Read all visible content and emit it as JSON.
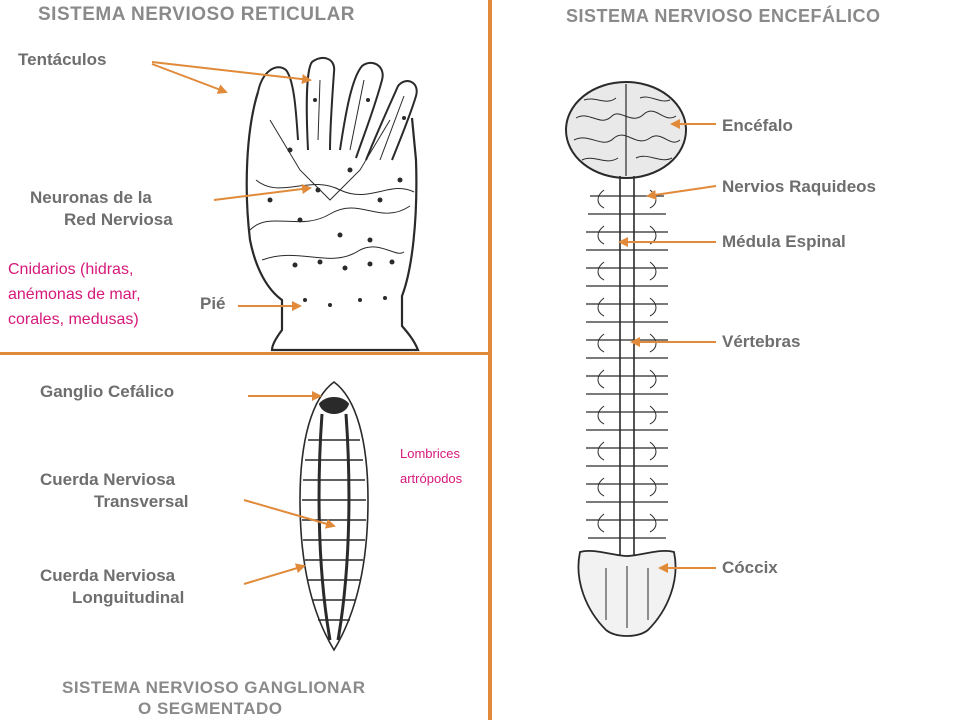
{
  "colors": {
    "divider": "#e08a3a",
    "arrow": "#e08a3a",
    "title": "#8a8a8a",
    "label": "#6e6e6e",
    "note": "#d6187a",
    "ink": "#2a2a2a"
  },
  "reticular": {
    "title": "SISTEMA NERVIOSO RETICULAR",
    "tentaculos": "Tentáculos",
    "neuronas_1": "Neuronas de la",
    "neuronas_2": "Red Nerviosa",
    "pie": "Pié",
    "note_1": "Cnidarios (hidras,",
    "note_2": "anémonas de mar,",
    "note_3": "corales, medusas)"
  },
  "ganglionar": {
    "ganglio": "Ganglio Cefálico",
    "transversal_1": "Cuerda Nerviosa",
    "transversal_2": "Transversal",
    "longitudinal_1": "Cuerda Nerviosa",
    "longitudinal_2": "Longuitudinal",
    "note_1": "Lombrices",
    "note_2": "artrópodos",
    "title_1": "SISTEMA NERVIOSO GANGLIONAR",
    "title_2": "O SEGMENTADO"
  },
  "encefalico": {
    "title": "SISTEMA NERVIOSO ENCEFÁLICO",
    "encefalo": "Encéfalo",
    "nervios": "Nervios Raquideos",
    "medula": "Médula Espinal",
    "vertebras": "Vértebras",
    "coccix": "Cóccix"
  }
}
